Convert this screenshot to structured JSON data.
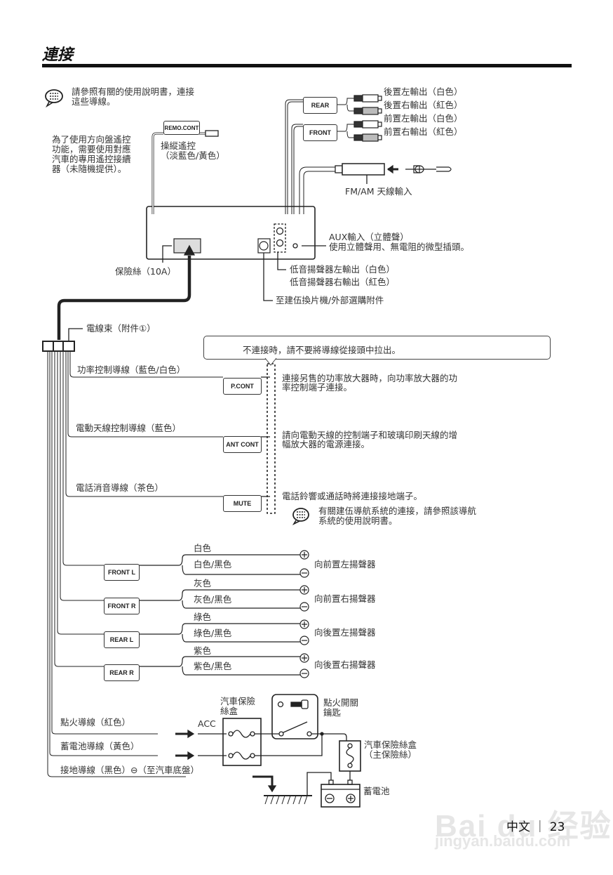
{
  "page": {
    "title": "連接",
    "footer": "中文 ｜ 23",
    "watermark": "Bai du 经验",
    "watermark_url": "jingyan.baidu.com"
  },
  "notes": {
    "top_note_line1": "請參照有關的使用說明書，連接",
    "top_note_line2": "這些導線。",
    "steering_line1": "為了使用方向盤遙控",
    "steering_line2": "功能，需要使用對應",
    "steering_line3": "汽車的專用遙控接續",
    "steering_line4": "器（未隨機提供）。",
    "nav_note_line1": "有關建伍導航系統的連接，請參照該導航",
    "nav_note_line2": "系統的使用說明書。",
    "callout": "不連接時，請不要將導線從接頭中拉出。"
  },
  "head_unit": {
    "remo_cont_label": "REMO.CONT",
    "remo_desc_line1": "操縱遙控",
    "remo_desc_line2": "（淡藍色/黃色）",
    "rear_label": "REAR",
    "front_label": "FRONT",
    "rear_left": "後置左輸出（白色）",
    "rear_right": "後置右輸出（紅色）",
    "front_left": "前置左輸出（白色）",
    "front_right": "前置右輸出（紅色）",
    "antenna": "FM/AM 天線輸入",
    "aux_line1": "AUX輸入（立體聲）",
    "aux_line2": "使用立體聲用、無電阻的微型插頭。",
    "sub_left": "低音揚聲器左輸出（白色）",
    "sub_right": "低音揚聲器右輸出（紅色）",
    "changer": "至建伍換片機/外部選購附件",
    "fuse": "保險絲（10A）",
    "harness": "電線束（附件①）"
  },
  "control_wires": [
    {
      "name": "功率控制導線（藍色/白色）",
      "box": "P.CONT",
      "desc1": "連接另售的功率放大器時，向功率放大器的功",
      "desc2": "率控制端子連接。"
    },
    {
      "name": "電動天線控制導線（藍色）",
      "box": "ANT CONT",
      "desc1": "請向電動天線的控制端子和玻璃印刷天線的增",
      "desc2": "幅放大器的電源連接。"
    },
    {
      "name": "電話消音導線（茶色）",
      "box": "MUTE",
      "desc1": "電話鈴響或通話時將連接接地端子。",
      "desc2": ""
    }
  ],
  "speakers": [
    {
      "box": "FRONT L",
      "pos": "白色",
      "neg": "白色/黑色",
      "dest": "向前置左揚聲器"
    },
    {
      "box": "FRONT R",
      "pos": "灰色",
      "neg": "灰色/黑色",
      "dest": "向前置右揚聲器"
    },
    {
      "box": "REAR L",
      "pos": "綠色",
      "neg": "綠色/黑色",
      "dest": "向後置左揚聲器"
    },
    {
      "box": "REAR R",
      "pos": "紫色",
      "neg": "紫色/黑色",
      "dest": "向後置右揚聲器"
    }
  ],
  "power": {
    "ignition": "點火導線（紅色）",
    "battery_wire": "蓄電池導線（黃色）",
    "ground": "接地導線（黑色）⊖（至汽車底盤）",
    "acc": "ACC",
    "fuse_box_line1": "汽車保險",
    "fuse_box_line2": "絲盒",
    "ign_key_line1": "點火開關",
    "ign_key_line2": "鑰匙",
    "main_fuse_line1": "汽車保險絲盒",
    "main_fuse_line2": "（主保險絲）",
    "battery": "蓄電池"
  }
}
